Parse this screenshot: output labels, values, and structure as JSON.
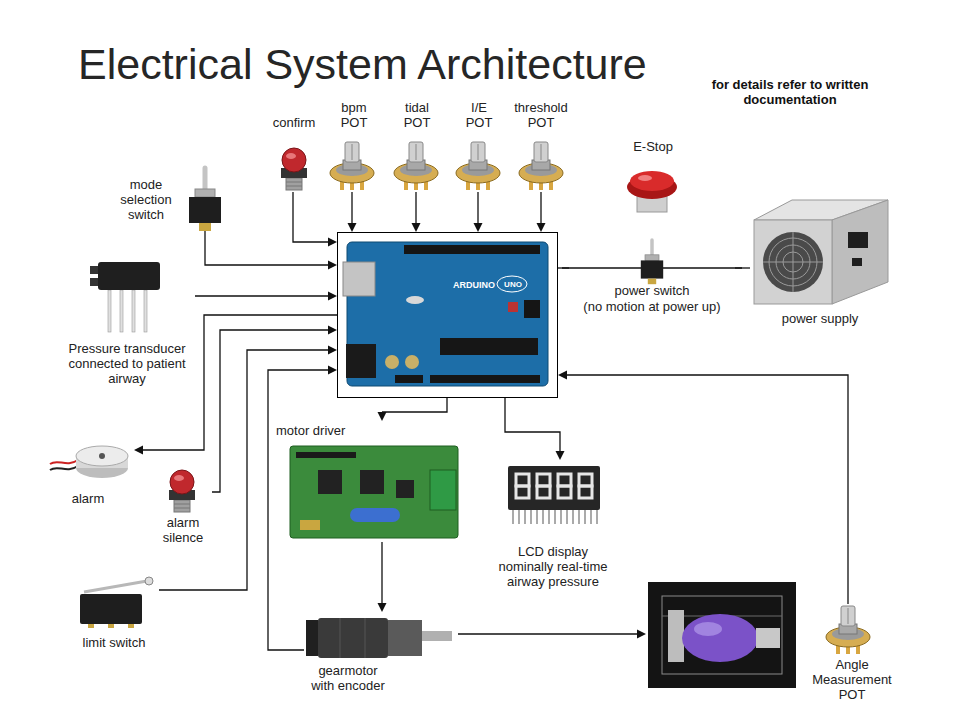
{
  "diagram": {
    "title": "Electrical System Architecture",
    "nodes": [
      {
        "text": [
          "confirm"
        ]
      },
      {
        "text": [
          "bpm POT"
        ]
      },
      {
        "text": [
          "tidal POT"
        ]
      },
      {
        "text": [
          "I/E POT"
        ]
      },
      {
        "text": [
          "threshold POT"
        ]
      },
      {
        "text": [
          "E-Stop"
        ]
      },
      {
        "text": [
          "mode selection switch"
        ]
      },
      {
        "text": [
          "ARDUINO",
          "UNO"
        ]
      },
      {
        "text": [
          "power switch",
          "(no motion at power up)"
        ]
      },
      {
        "text": [
          "power supply"
        ]
      },
      {
        "text": [
          "Pressure transducer connected to patient airway"
        ]
      },
      {
        "text": [
          "motor driver"
        ]
      },
      {
        "text": [
          "LCD display nominally real-time airway pressure"
        ]
      },
      {
        "text": [
          "alarm"
        ]
      },
      {
        "text": [
          "alarm silence"
        ]
      },
      {
        "text": [
          "limit switch"
        ]
      },
      {
        "text": [
          "gearmotor with encoder"
        ]
      },
      {
        "text": [
          "Angle Measurement POT"
        ]
      }
    ],
    "edges": [
      {
        "from": 0,
        "to": 7,
        "arrow": "to"
      },
      {
        "from": 1,
        "to": 7,
        "arrow": "to"
      },
      {
        "from": 2,
        "to": 7,
        "arrow": "to"
      },
      {
        "from": 3,
        "to": 7,
        "arrow": "to"
      },
      {
        "from": 4,
        "to": 7,
        "arrow": "to"
      },
      {
        "from": 6,
        "to": 7,
        "arrow": "to"
      },
      {
        "from": 10,
        "to": 7,
        "arrow": "to"
      },
      {
        "from": 7,
        "to": 13,
        "arrow": "to"
      },
      {
        "from": 14,
        "to": 7,
        "arrow": "to"
      },
      {
        "from": 15,
        "to": 7,
        "arrow": "to"
      },
      {
        "from": 16,
        "to": 7,
        "arrow": "to"
      },
      {
        "from": 7,
        "to": 11,
        "arrow": "to"
      },
      {
        "from": 11,
        "to": 16,
        "arrow": "to"
      },
      {
        "from": 7,
        "to": 12,
        "arrow": "to"
      },
      {
        "from": 17,
        "to": 7,
        "arrow": "to"
      },
      {
        "from": 9,
        "to": 8,
        "arrow": "none"
      },
      {
        "from": 8,
        "to": 7,
        "arrow": "none"
      }
    ],
    "labels": [
      "for details refer to written documentation"
    ]
  }
}
